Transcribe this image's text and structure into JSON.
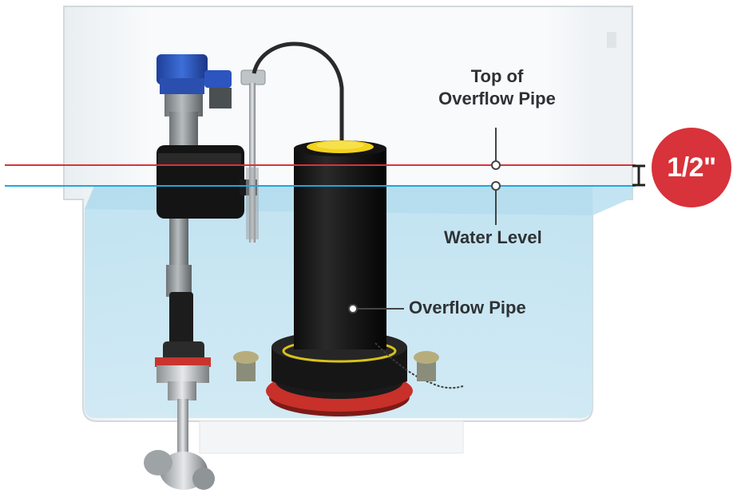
{
  "labels": {
    "top_of_overflow_line1": "Top of",
    "top_of_overflow_line2": "Overflow Pipe",
    "water_level": "Water Level",
    "overflow_pipe": "Overflow Pipe",
    "gap_badge": "1/2\""
  },
  "colors": {
    "overflow_line": "#d8323a",
    "water_line": "#1ea7e1",
    "badge": "#d8323a",
    "water": "#bfe3f2",
    "label_text": "#2f3235"
  }
}
